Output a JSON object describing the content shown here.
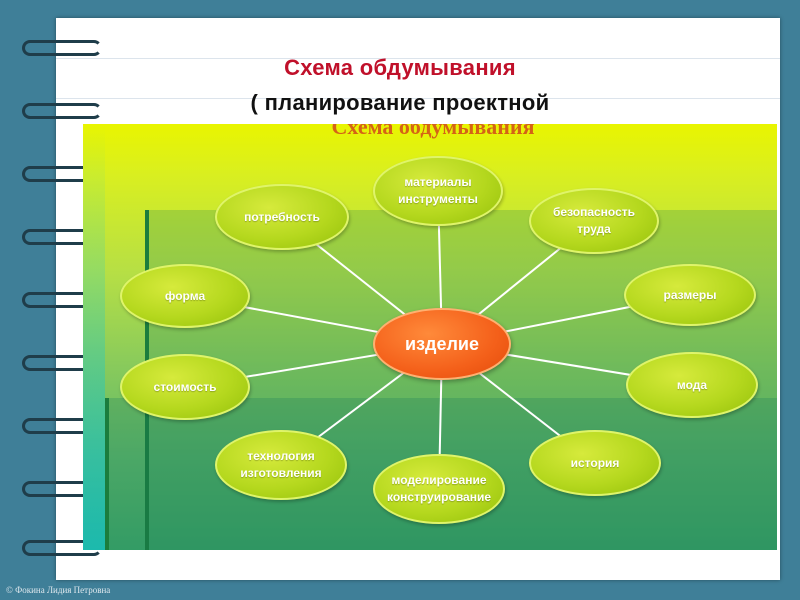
{
  "title": {
    "line1": "Схема обдумывания",
    "line2": "( планирование проектной"
  },
  "diagram": {
    "ghost_title": "Схема обдумывания",
    "center": "изделие",
    "nodes": [
      {
        "id": "materials",
        "lines": [
          "материалы",
          "инструменты"
        ]
      },
      {
        "id": "safety",
        "lines": [
          "безопасность",
          "труда"
        ]
      },
      {
        "id": "sizes",
        "lines": [
          "размеры"
        ]
      },
      {
        "id": "fashion",
        "lines": [
          "мода"
        ]
      },
      {
        "id": "history",
        "lines": [
          "история"
        ]
      },
      {
        "id": "modeling",
        "lines": [
          "моделирование",
          "конструирование"
        ]
      },
      {
        "id": "technology",
        "lines": [
          "технология",
          "изготовления"
        ]
      },
      {
        "id": "cost",
        "lines": [
          "стоимость"
        ]
      },
      {
        "id": "form",
        "lines": [
          "форма"
        ]
      },
      {
        "id": "need",
        "lines": [
          "потребность"
        ]
      }
    ],
    "colors": {
      "center_fill": "#f4601a",
      "node_fill": "#b5d81e",
      "link_stroke": "#ffffff"
    }
  },
  "footer": {
    "watermark": "© Фокина Лидия Петровна"
  }
}
